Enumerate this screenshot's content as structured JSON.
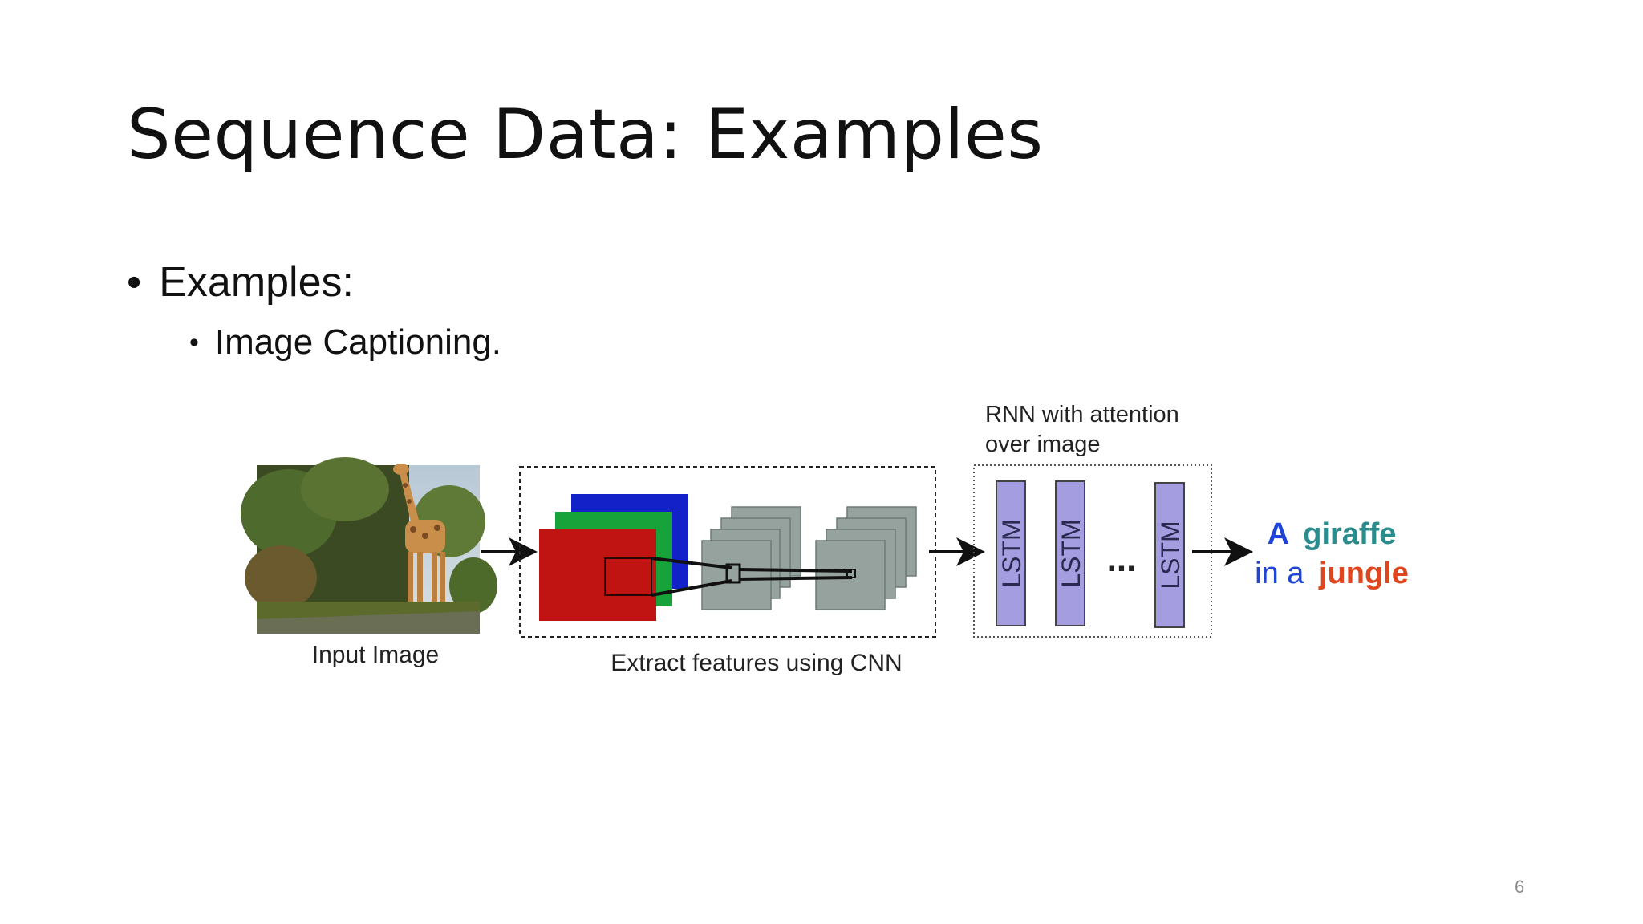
{
  "slide": {
    "title": "Sequence Data: Examples",
    "bullet_1": "Examples:",
    "bullet_2": "Image Captioning.",
    "page_number": "6"
  },
  "diagram": {
    "input_label": "Input Image",
    "cnn_label": "Extract features using CNN",
    "rnn_label_line1": "RNN with attention",
    "rnn_label_line2": "over image",
    "lstm_cells": [
      "LSTM",
      "LSTM",
      "LSTM"
    ],
    "ellipsis": "...",
    "caption": {
      "w1": "A",
      "w2": "giraffe",
      "w3": "in a",
      "w4": "jungle"
    },
    "colors": {
      "lstm_fill": "#a49de0",
      "feature_map_fill": "#95a29e",
      "caption_blue": "#1e44d8",
      "caption_teal": "#2a8c8c",
      "caption_orange": "#e0461e"
    },
    "image_icon": "giraffe-photo"
  }
}
